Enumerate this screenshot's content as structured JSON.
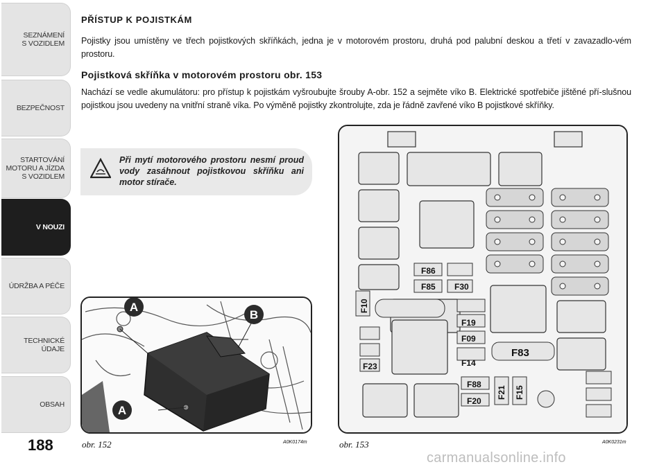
{
  "sidebar": {
    "tabs": [
      {
        "label": "SEZNÁMENÍ\nS VOZIDLEM",
        "active": false
      },
      {
        "label": "BEZPEČNOST",
        "active": false
      },
      {
        "label": "STARTOVÁNÍ\nMOTORU A JÍZDA\nS VOZIDLEM",
        "active": false
      },
      {
        "label": "V NOUZI",
        "active": true
      },
      {
        "label": "ÚDRŽBA A PÉČE",
        "active": false
      },
      {
        "label": "TECHNICKÉ\nÚDAJE",
        "active": false
      },
      {
        "label": "OBSAH",
        "active": false
      }
    ]
  },
  "page_number": "188",
  "content": {
    "heading": "PŘÍSTUP K POJISTKÁM",
    "intro": "Pojistky jsou umístěny ve třech pojistkových skříňkách, jedna je v motorovém prostoru, druhá pod palubní deskou a třetí v zavazadlo-vém prostoru.",
    "subheading": "Pojistková skříňka v motorovém prostoru obr. 153",
    "body": "Nachází se vedle akumulátoru: pro přístup k pojistkám vyšroubujte šrouby A-obr. 152 a sejměte víko B. Elektrické spotřebiče jištěné pří-slušnou pojistkou jsou uvedeny na vnitřní straně víka. Po výměně pojistky zkontrolujte, zda je řádně zavřené víko B pojistkové skříňky."
  },
  "warning": {
    "text": "Při mytí motorového prostoru nesmí proud vody zasáhnout pojistkovou skříňku ani motor stírače.",
    "icon": "warning-triangle-icon"
  },
  "figures": {
    "fig152": {
      "caption": "obr. 152",
      "code": "A0K0174m",
      "callouts": [
        "A",
        "B",
        "A"
      ]
    },
    "fig153": {
      "caption": "obr. 153",
      "code": "A0K0231m",
      "fuses": [
        "F86",
        "F85",
        "F30",
        "F10",
        "F19",
        "F09",
        "F14",
        "F83",
        "F23",
        "F88",
        "F20",
        "F21",
        "F15"
      ]
    }
  },
  "watermark": "carmanualsonline.info",
  "colors": {
    "active_tab": "#1e1e1e",
    "tab": "#e4e4e4",
    "warning_bg": "#e9e9e9",
    "callout": "#2b2b2b"
  }
}
